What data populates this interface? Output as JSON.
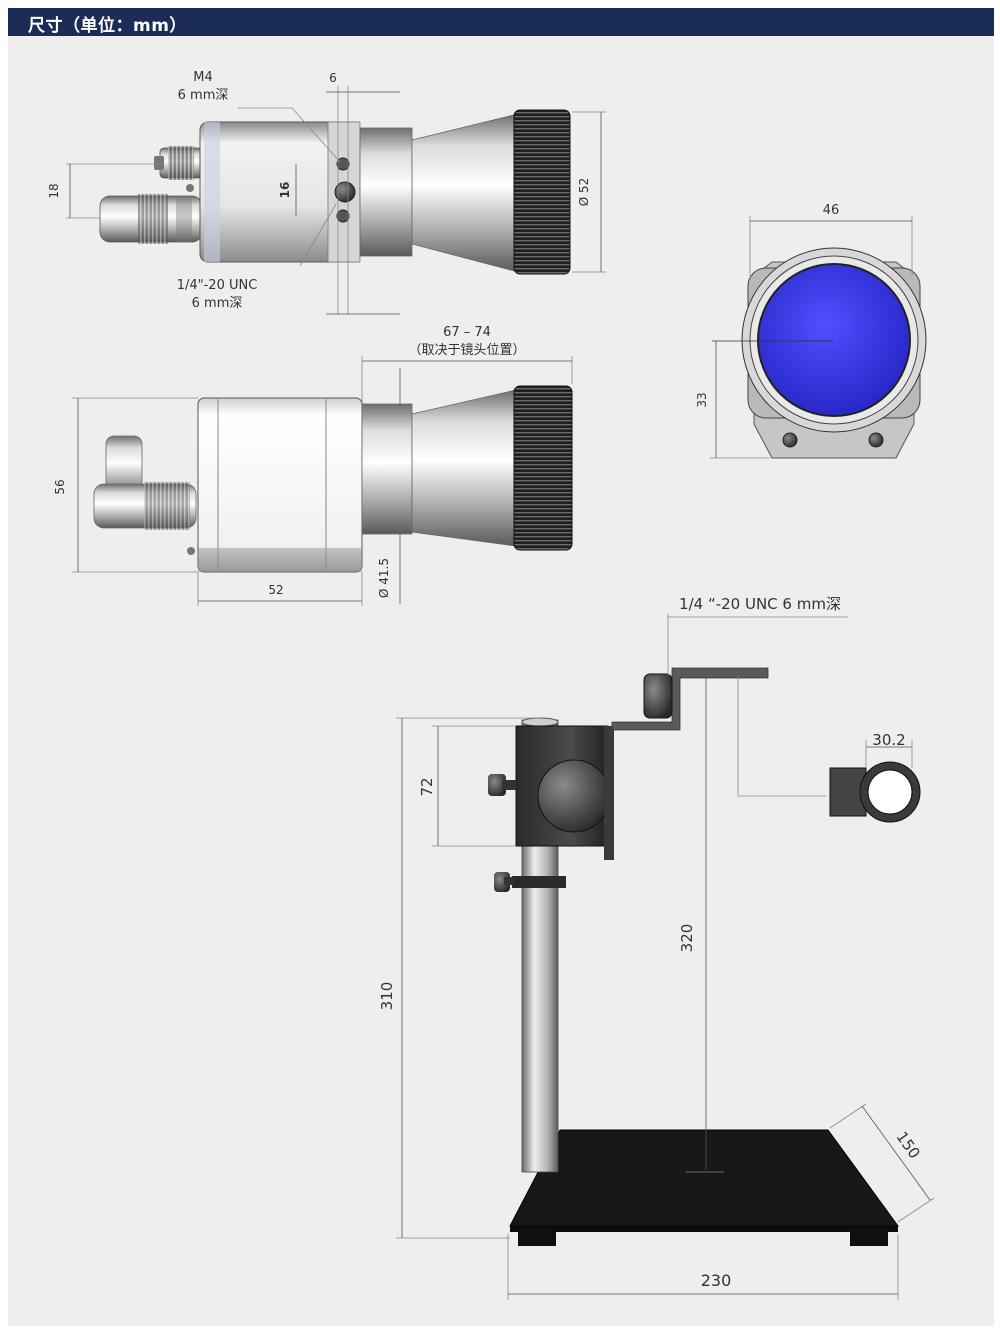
{
  "header": {
    "title": "尺寸（单位：mm）"
  },
  "colors": {
    "header_bg": "#1b2d56",
    "panel_bg": "#eeeeee",
    "lens_blue": "#3f3fe0",
    "base_black": "#1a1a1a"
  },
  "top_view": {
    "m4_label": "M4",
    "m4_depth": "6 mm深",
    "dim_6": "6",
    "dim_16": "16",
    "dim_18": "18",
    "dim_diam52": "Ø 52",
    "unc_label": "1/4\"-20 UNC",
    "unc_depth": "6 mm深"
  },
  "side_view": {
    "dim_range": "67 – 74",
    "dim_range_note": "（取决于镜头位置）",
    "dim_56": "56",
    "dim_52": "52",
    "dim_diam415": "Ø 41.5"
  },
  "front_view": {
    "dim_46": "46",
    "dim_33": "33"
  },
  "stand": {
    "thread_label": "1/4 “-20 UNC 6 mm深",
    "dim_30_2": "30.2",
    "dim_72": "72",
    "dim_320": "320",
    "dim_310": "310",
    "dim_150": "150",
    "dim_230": "230"
  }
}
